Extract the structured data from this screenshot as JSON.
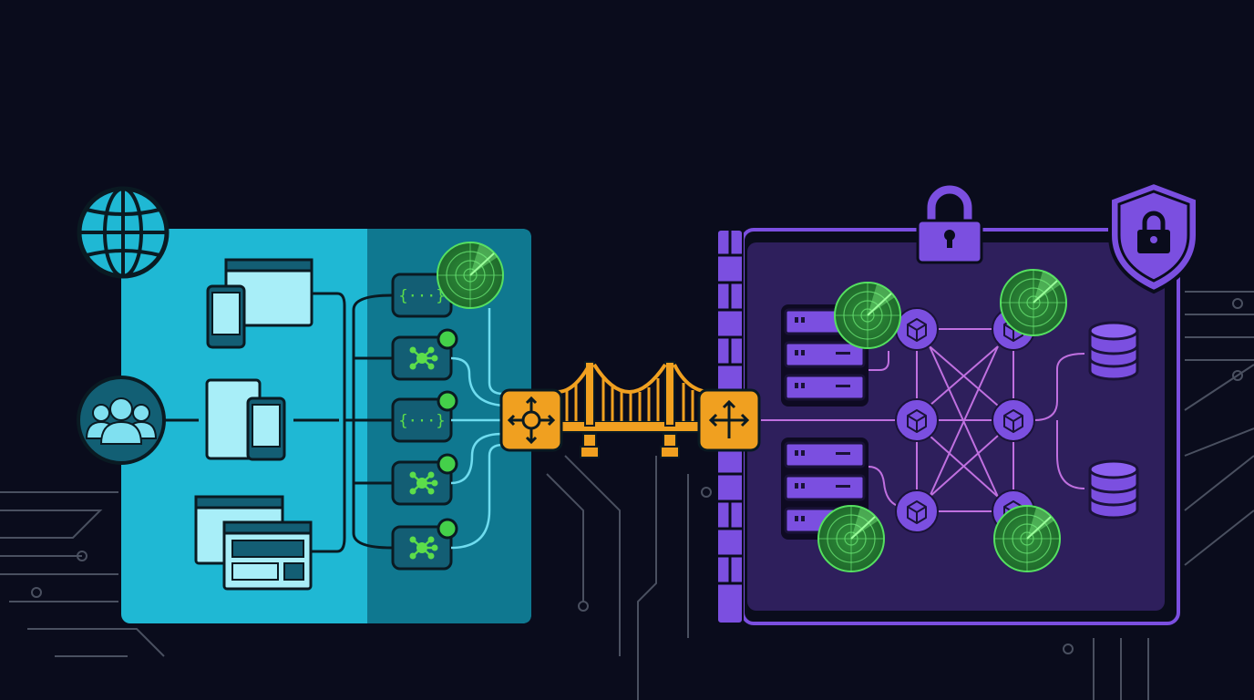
{
  "diagram": {
    "type": "architecture-illustration",
    "text_labels": [],
    "colors": {
      "background": "#0a0c1c",
      "client_zone_light": "#1fb8d4",
      "client_zone_dark": "#0f7890",
      "gateway": "#f0a020",
      "backend_zone": "#2e1f5c",
      "backend_accent": "#7b4fe0",
      "monitor_green": "#44d04a",
      "circuit": "#5a6070"
    },
    "zones": [
      {
        "id": "client-zone",
        "nodes": [
          "globe",
          "users",
          "desktop-mobile",
          "tablet-phone",
          "web-windows"
        ]
      },
      {
        "id": "api-zone",
        "nodes": [
          "api-json-1",
          "api-mesh-1",
          "api-json-2",
          "api-mesh-2",
          "api-mesh-3",
          "radar-monitor"
        ]
      },
      {
        "id": "gateway-bridge",
        "nodes": [
          "router-left",
          "bridge",
          "router-right"
        ]
      },
      {
        "id": "backend-zone",
        "nodes": [
          "firewall",
          "padlock",
          "shield-lock",
          "server-rack-1",
          "server-rack-2",
          "microservice-grid",
          "database-1",
          "database-2",
          "radar-monitors"
        ]
      }
    ]
  }
}
